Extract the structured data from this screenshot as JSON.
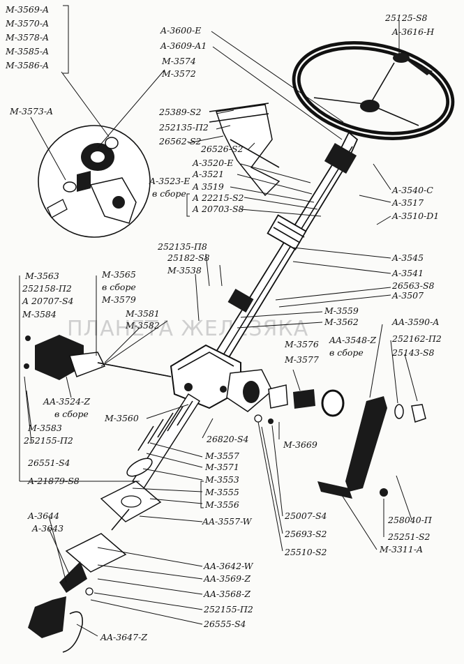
{
  "watermark": "ПЛАНЕТА ЖЕЛЕЗЯКА",
  "labels": {
    "m3569a": "M-3569-A",
    "m3570a": "M-3570-A",
    "m3578a": "M-3578-A",
    "m3585a": "M-3585-A",
    "m3586a": "M-3586-A",
    "m3573a": "M-3573-A",
    "a3600e": "A-3600-E",
    "a3609a1": "A-3609-A1",
    "m3574": "M-3574",
    "m3572": "M-3572",
    "s25125s8": "25125-S8",
    "a3616h": "A-3616-H",
    "s25389s2": "25389-S2",
    "s252135p2": "252135-П2",
    "s26562s2": "26562-S2",
    "s26526s2": "26526-S2",
    "a3520e": "A-3520-E",
    "a3521": "A-3521",
    "a3523e": "A-3523-E",
    "v_sbore1": "в сборе",
    "a3519": "A 3519",
    "a22215s2": "A 22215-S2",
    "a20703s8": "A 20703-S8",
    "a3540c": "A-3540-C",
    "a3517": "A-3517",
    "a3510d1": "A-3510-D1",
    "s252135p8": "252135-П8",
    "s25182s8": "25182-S8",
    "m3538": "M-3538",
    "a3545": "A-3545",
    "a3541": "A-3541",
    "s26563s8": "26563-S8",
    "a3507": "A-3507",
    "m3563": "M-3563",
    "s252158p2": "252158-П2",
    "a20707s4": "A 20707-S4",
    "m3584": "M-3584",
    "m3565": "M-3565",
    "v_sbore2": "в сборе",
    "m3579": "M-3579",
    "m3581": "M-3581",
    "m3582": "M-3582",
    "m3559": "M-3559",
    "m3562": "M-3562",
    "aa3590a": "AA-3590-A",
    "m3576": "M-3576",
    "m3577": "M-3577",
    "aa3548z": "AA-3548-Z",
    "v_sbore3": "в сборе",
    "s252162p2": "252162-П2",
    "s25143s8": "25143-S8",
    "aa3524z": "AA-3524-Z",
    "v_sbore4": "в сборе",
    "m3583": "M-3583",
    "s252155p2": "252155-П2",
    "m3560": "M-3560",
    "s26820s4": "26820-S4",
    "m3669": "M-3669",
    "s26551s4": "26551-S4",
    "m3557": "M-3557",
    "m3571": "M-3571",
    "a21879s8": "A-21879-S8",
    "m3553": "M-3553",
    "m3555": "M-3555",
    "m3556": "M-3556",
    "aa3557w": "AA-3557-W",
    "s25007s4": "25007-S4",
    "s25693s2": "25693-S2",
    "s25510s2": "25510-S2",
    "s258040p": "258040-П",
    "s25251s2": "25251-S2",
    "m3311a": "M-3311-A",
    "a3644": "A-3644",
    "a3643": "A-3643",
    "aa3642w": "AA-3642-W",
    "aa3569z": "AA-3569-Z",
    "aa3568z": "AA-3568-Z",
    "s252155p2b": "252155-П2",
    "s26555s4": "26555-S4",
    "aa3647z": "AA-3647-Z"
  }
}
